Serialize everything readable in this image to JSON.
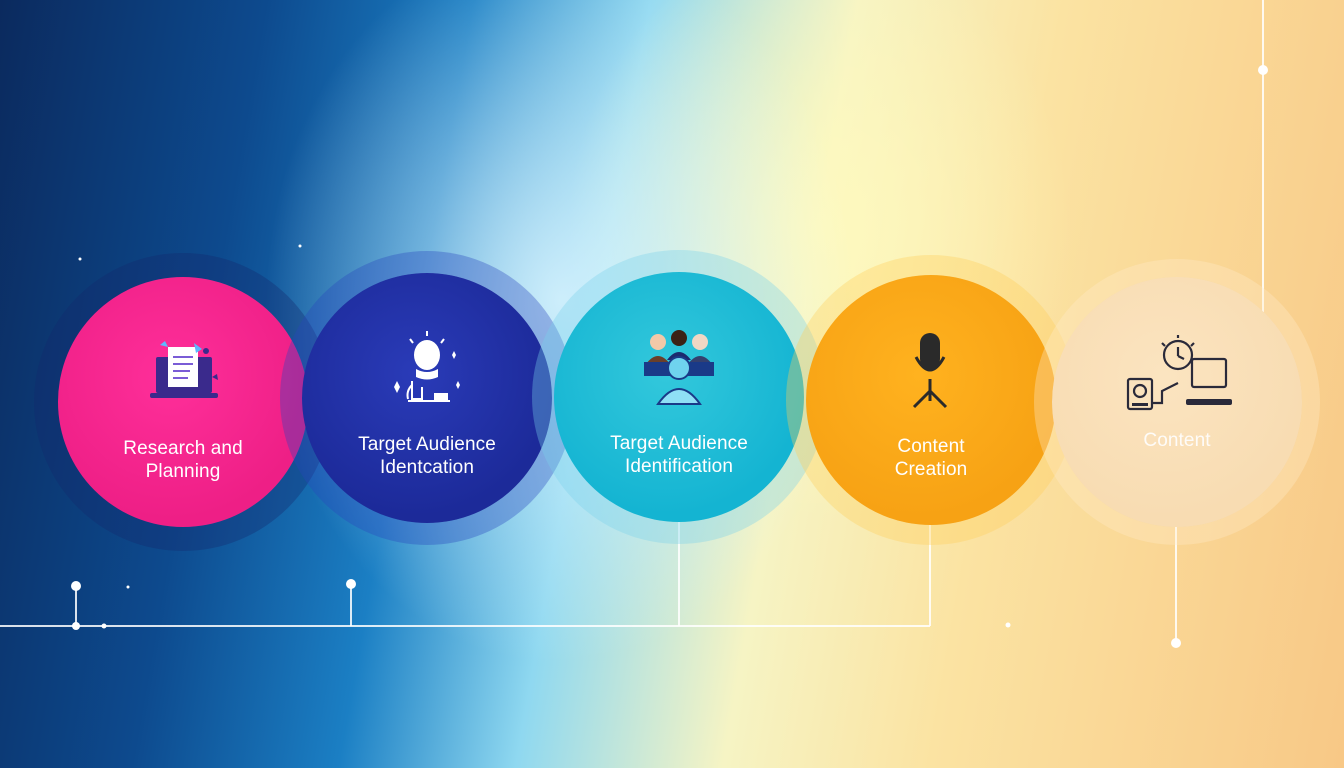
{
  "steps": [
    {
      "line1": "Research and",
      "line2": "Planning",
      "icon": "laptop-document-icon"
    },
    {
      "line1": "Target Audience",
      "line2": "Identcation",
      "icon": "lightbulb-person-icon"
    },
    {
      "line1": "Target Audience",
      "line2": "Identification",
      "icon": "group-people-icon"
    },
    {
      "line1": "Content",
      "line2": "Creation",
      "icon": "microphone-icon"
    },
    {
      "line1": "Content",
      "line2": "",
      "icon": "clock-laptop-icon"
    }
  ],
  "colors": {
    "step1": "#ee1f86",
    "step2": "#1c2a99",
    "step3": "#14b4d2",
    "step4": "#f7a214",
    "step5": "#f8dcb2",
    "line": "#ffffff"
  }
}
